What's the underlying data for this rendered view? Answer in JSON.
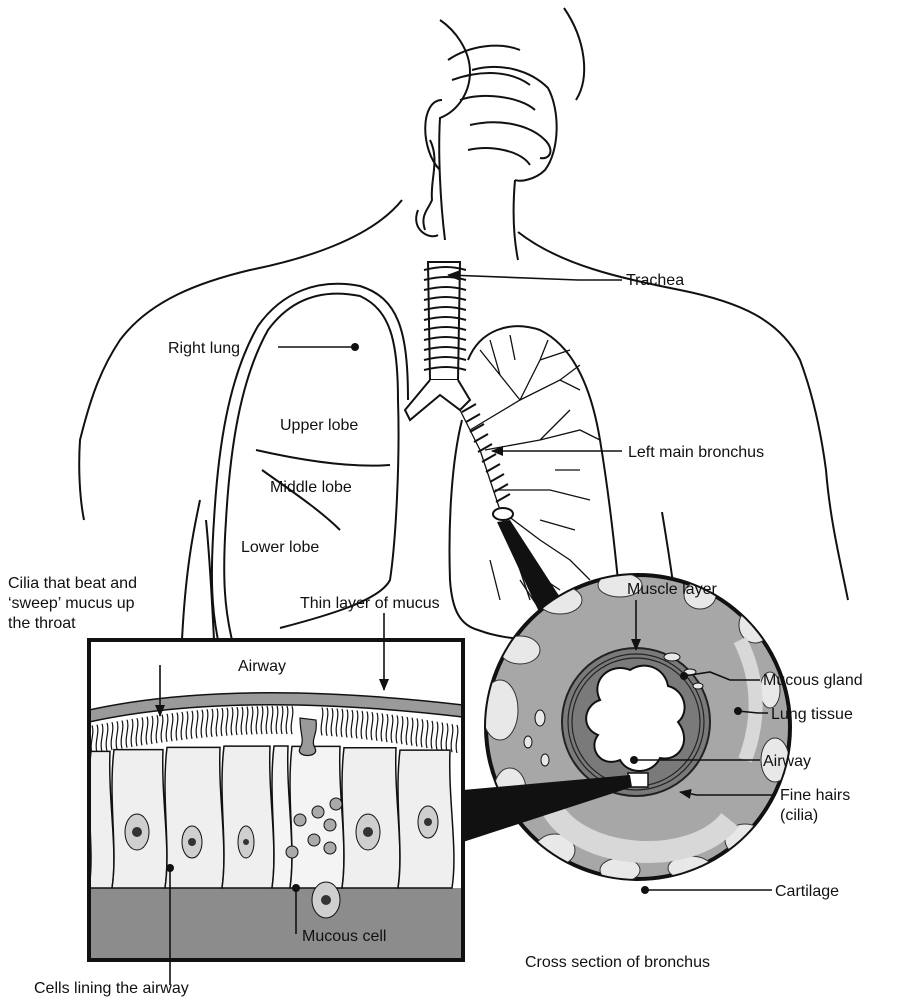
{
  "labels": {
    "trachea": "Trachea",
    "right_lung": "Right lung",
    "upper_lobe": "Upper lobe",
    "middle_lobe": "Middle lobe",
    "lower_lobe": "Lower lobe",
    "left_main_bronchus": "Left main bronchus",
    "muscle_layer": "Muscle layer",
    "mucous_gland": "Mucous gland",
    "lung_tissue": "Lung tissue",
    "airway_cross": "Airway",
    "fine_hairs_1": "Fine hairs",
    "fine_hairs_2": "(cilia)",
    "cartilage": "Cartilage",
    "cross_section_title": "Cross section of bronchus",
    "cilia_1": "Cilia that beat and",
    "cilia_2": "‘sweep’ mucus up",
    "cilia_3": "the throat",
    "thin_mucus": "Thin layer of mucus",
    "airway_inset": "Airway",
    "mucous_cell": "Mucous cell",
    "cells_lining": "Cells lining the airway"
  },
  "colors": {
    "line": "#111111",
    "dark_gray": "#6e6e6e",
    "mid_gray": "#9b9b9b",
    "light_gray": "#cfcfcf",
    "cell_fill": "#efefef"
  }
}
